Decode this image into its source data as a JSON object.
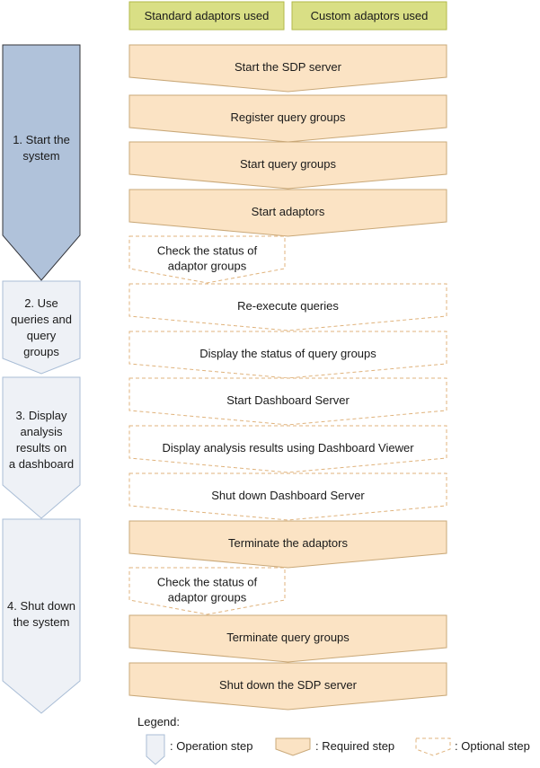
{
  "headers": {
    "standard": "Standard adaptors used",
    "custom": "Custom adaptors used"
  },
  "phases": [
    {
      "lines": [
        "1. Start the",
        "system"
      ],
      "style": "dark"
    },
    {
      "lines": [
        "2. Use",
        "queries and",
        "query",
        "groups"
      ],
      "style": "light"
    },
    {
      "lines": [
        "3. Display",
        "analysis",
        "results on",
        "a dashboard"
      ],
      "style": "light"
    },
    {
      "lines": [
        "4. Shut down",
        "the system"
      ],
      "style": "light"
    }
  ],
  "steps": [
    {
      "lines": [
        "Start the SDP server"
      ],
      "kind": "required"
    },
    {
      "lines": [
        "Register query groups"
      ],
      "kind": "required"
    },
    {
      "lines": [
        "Start query groups"
      ],
      "kind": "required"
    },
    {
      "lines": [
        "Start adaptors"
      ],
      "kind": "required"
    },
    {
      "lines": [
        "Check the status of",
        "adaptor groups"
      ],
      "kind": "optional",
      "width": "half"
    },
    {
      "lines": [
        "Re-execute queries"
      ],
      "kind": "optional"
    },
    {
      "lines": [
        "Display the status of query groups"
      ],
      "kind": "optional"
    },
    {
      "lines": [
        "Start Dashboard Server"
      ],
      "kind": "optional"
    },
    {
      "lines": [
        "Display analysis results using Dashboard Viewer"
      ],
      "kind": "optional"
    },
    {
      "lines": [
        "Shut down Dashboard Server"
      ],
      "kind": "optional"
    },
    {
      "lines": [
        "Terminate the adaptors"
      ],
      "kind": "required"
    },
    {
      "lines": [
        "Check the status of",
        "adaptor groups"
      ],
      "kind": "optional",
      "width": "half"
    },
    {
      "lines": [
        "Terminate query groups"
      ],
      "kind": "required"
    },
    {
      "lines": [
        "Shut down the SDP server"
      ],
      "kind": "required"
    }
  ],
  "legend": {
    "title": "Legend:",
    "operation": ": Operation step",
    "required": ": Required step",
    "optional": ": Optional step"
  },
  "colors": {
    "header_fill": "#d9df85",
    "required_fill": "#fbe3c4",
    "optional_border": "#e0b37c",
    "phase_dark": "#b0c2da",
    "phase_light": "#eef1f6"
  }
}
